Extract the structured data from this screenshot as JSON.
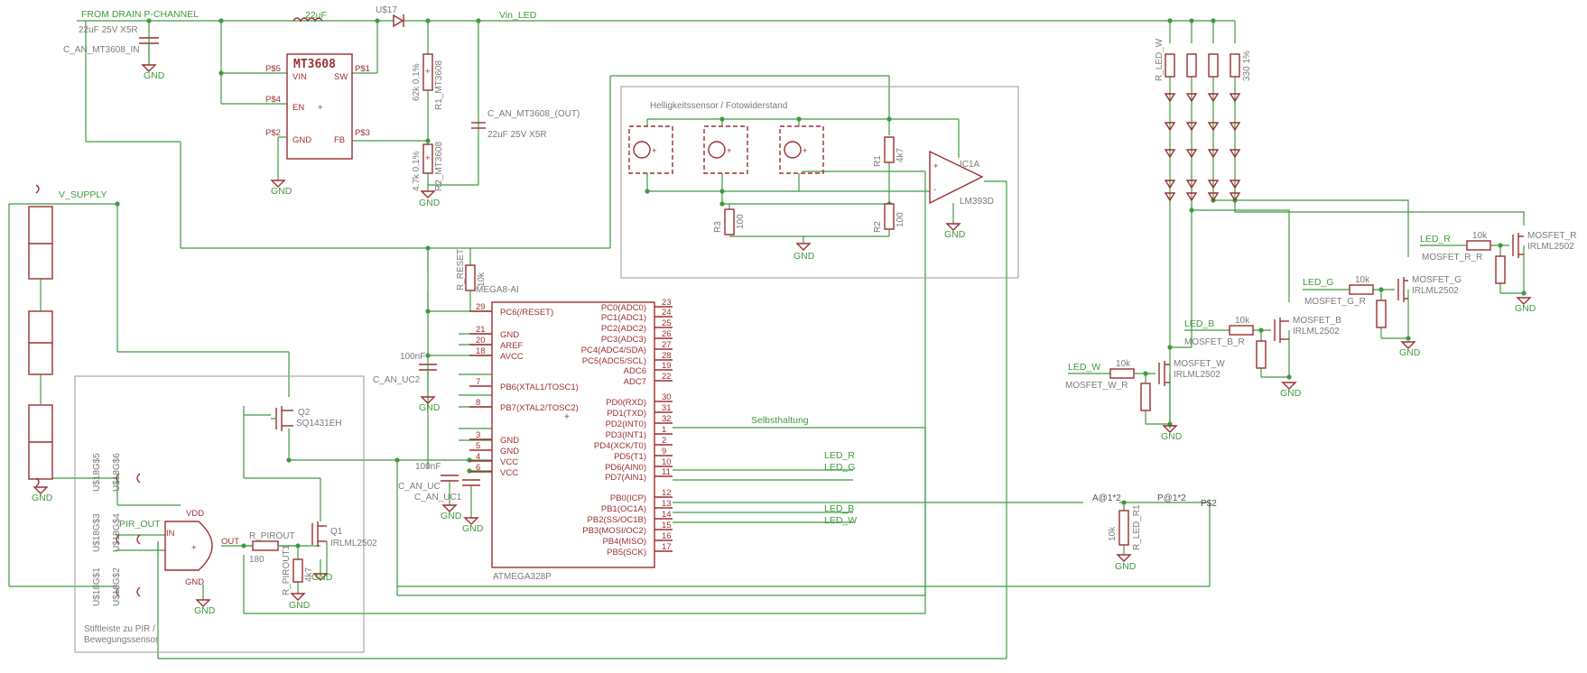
{
  "nets": {
    "drain": "FROM DRAIN P-CHANNEL",
    "vin_led": "Vin_LED",
    "v_supply": "V_SUPPLY",
    "pir_out": "PIR_OUT",
    "led_r": "LED_R",
    "led_g": "LED_G",
    "led_b": "LED_B",
    "led_w": "LED_W",
    "selbsthaltung": "Selbsthaltung",
    "gnd": "GND",
    "a_at": "A@1*2",
    "p_at": "P@1*2",
    "p_s2": "P$2"
  },
  "boxes": {
    "sensor": "Helligkeitssensor / Fotowiderstand",
    "pir_line1": "Stiftleiste zu PIR /",
    "pir_line2": "Bewegungssensor"
  },
  "parts": {
    "c_in_name": "C_AN_MT3608_IN",
    "c_in_val": "22uF 25V X5R",
    "inductor": "22uF",
    "diode": "U$17",
    "mt3608": "MT3608",
    "mt_vin": "VIN",
    "mt_sw": "SW",
    "mt_en": "EN",
    "mt_gnd": "GND",
    "mt_fb": "FB",
    "mt_ps5": "P$5",
    "mt_ps1": "P$1",
    "mt_ps4": "P$4",
    "mt_ps2": "P$2",
    "mt_ps3": "P$3",
    "r1_mt_name": "R1_MT3608",
    "r1_mt_val": "62k 0.1%",
    "r2_mt_name": "R2_MT3608",
    "r2_mt_val": "4.7k 0.1%",
    "c_out_name": "C_AN_MT3608_(OUT)",
    "c_out_val": "22uF 25V X5R",
    "r1": "R1",
    "r1_val": "4k7",
    "r2": "R2",
    "r2_val": "100",
    "r3": "R3",
    "r3_val": "100",
    "ic1a": "IC1A",
    "lm393": "LM393D",
    "r_reset": "R_RESET",
    "r_reset_val": "10k",
    "mega_top": "MEGA8-AI",
    "mega_bottom": "ATMEGA328P",
    "c_uc2": "C_AN_UC2",
    "c_uc2_val": "100nF",
    "c_uc": "C_AN_UC",
    "c_uc_val": "100nF",
    "c_uc1": "C_AN_UC1",
    "q2": "Q2",
    "q2_type": "SQ1431EH",
    "q1": "Q1",
    "q1_type": "IRLML2502",
    "r_pirout": "R_PIROUT",
    "r_pirout_val": "180",
    "r_pirout1": "R_PIROUT1",
    "r_pirout1_val": "4k7",
    "pir_vdd": "VDD",
    "pir_in": "IN",
    "pir_out_pin": "OUT",
    "pir_gnd": "GND",
    "r_led_r1": "R_LED_R1",
    "r_led_r1_val": "10k",
    "mosfet_r": "MOSFET_R",
    "mosfet_g": "MOSFET_G",
    "mosfet_b": "MOSFET_B",
    "mosfet_w": "MOSFET_W",
    "mosfet_type": "IRLML2502",
    "mos_r_r": "MOSFET_R_R",
    "mos_g_r": "MOSFET_G_R",
    "mos_b_r": "MOSFET_B_R",
    "mos_w_r": "MOSFET_W_R",
    "r10k": "10k",
    "r_led_w": "R_LED_W",
    "r_led_w_val": "330 1%"
  },
  "mcu_left": [
    {
      "name": "PC6(/RESET)",
      "num": "29"
    },
    {
      "name": "GND",
      "num": "21"
    },
    {
      "name": "AREF",
      "num": "20"
    },
    {
      "name": "AVCC",
      "num": "18"
    },
    {
      "name": "PB6(XTAL1/TOSC1)",
      "num": "7"
    },
    {
      "name": "PB7(XTAL2/TOSC2)",
      "num": "8"
    },
    {
      "name": "GND",
      "num": "3"
    },
    {
      "name": "GND",
      "num": "5"
    },
    {
      "name": "VCC",
      "num": "4"
    },
    {
      "name": "VCC",
      "num": "6"
    }
  ],
  "mcu_right": [
    {
      "name": "PC0(ADC0)",
      "num": "23"
    },
    {
      "name": "PC1(ADC1)",
      "num": "24"
    },
    {
      "name": "PC2(ADC2)",
      "num": "25"
    },
    {
      "name": "PC3(ADC3)",
      "num": "26"
    },
    {
      "name": "PC4(ADC4/SDA)",
      "num": "27"
    },
    {
      "name": "PC5(ADC5/SCL)",
      "num": "28"
    },
    {
      "name": "ADC6",
      "num": "19"
    },
    {
      "name": "ADC7",
      "num": "22"
    },
    {
      "name": "PD0(RXD)",
      "num": "30"
    },
    {
      "name": "PD1(TXD)",
      "num": "31"
    },
    {
      "name": "PD2(INT0)",
      "num": "32"
    },
    {
      "name": "PD3(INT1)",
      "num": "1"
    },
    {
      "name": "PD4(XCK/T0)",
      "num": "2"
    },
    {
      "name": "PD5(T1)",
      "num": "9"
    },
    {
      "name": "PD6(AIN0)",
      "num": "10"
    },
    {
      "name": "PD7(AIN1)",
      "num": "11"
    },
    {
      "name": "PB0(ICP)",
      "num": "12"
    },
    {
      "name": "PB1(OC1A)",
      "num": "13"
    },
    {
      "name": "PB2(SS/OC1B)",
      "num": "14"
    },
    {
      "name": "PB3(MOSI/OC2)",
      "num": "15"
    },
    {
      "name": "PB4(MISO)",
      "num": "16"
    },
    {
      "name": "PB5(SCK)",
      "num": "17"
    }
  ],
  "pir_header": [
    "U$18G$5",
    "U$18G$6",
    "U$18G$3",
    "U$18G$4",
    "U$18G$1",
    "U$18G$2"
  ]
}
